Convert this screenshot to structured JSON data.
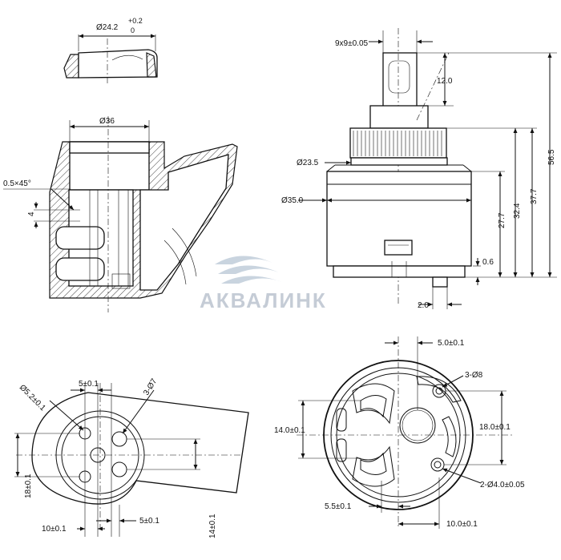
{
  "dimensions": {
    "d24": "Ø24.2",
    "d24_tol_up": "+0.2",
    "d24_tol_dn": "0",
    "d36": "Ø36",
    "chamfer": "0.5×45°",
    "four": "4",
    "sq": "9x9±0.05",
    "h12": "12.0",
    "d23": "Ø23.5",
    "d35": "Ø35.0",
    "h27": "27.7",
    "h32": "32.4",
    "h37": "37.7",
    "h56": "56.5",
    "h06": "0.6",
    "h20": "2.0",
    "bl_5": "5±0.1",
    "bl_d52": "Ø5.2±0.1",
    "bl_3d7": "3-Ø7",
    "bl_18": "18±0.1",
    "bl_10": "10±0.1",
    "bl_5b": "5±0.1",
    "bl_14": "14±0.1",
    "br_50": "5.0±0.1",
    "br_3d8": "3-Ø8",
    "br_140": "14.0±0.1",
    "br_180": "18.0±0.1",
    "br_2d4": "2-Ø4.0±0.05",
    "br_55": "5.5±0.1",
    "br_100": "10.0±0.1"
  },
  "watermark": "АКВАЛИНК",
  "colors": {
    "line": "#111111",
    "watermark": "#c5ccd6",
    "watermark_wave": "#c9d4df"
  }
}
